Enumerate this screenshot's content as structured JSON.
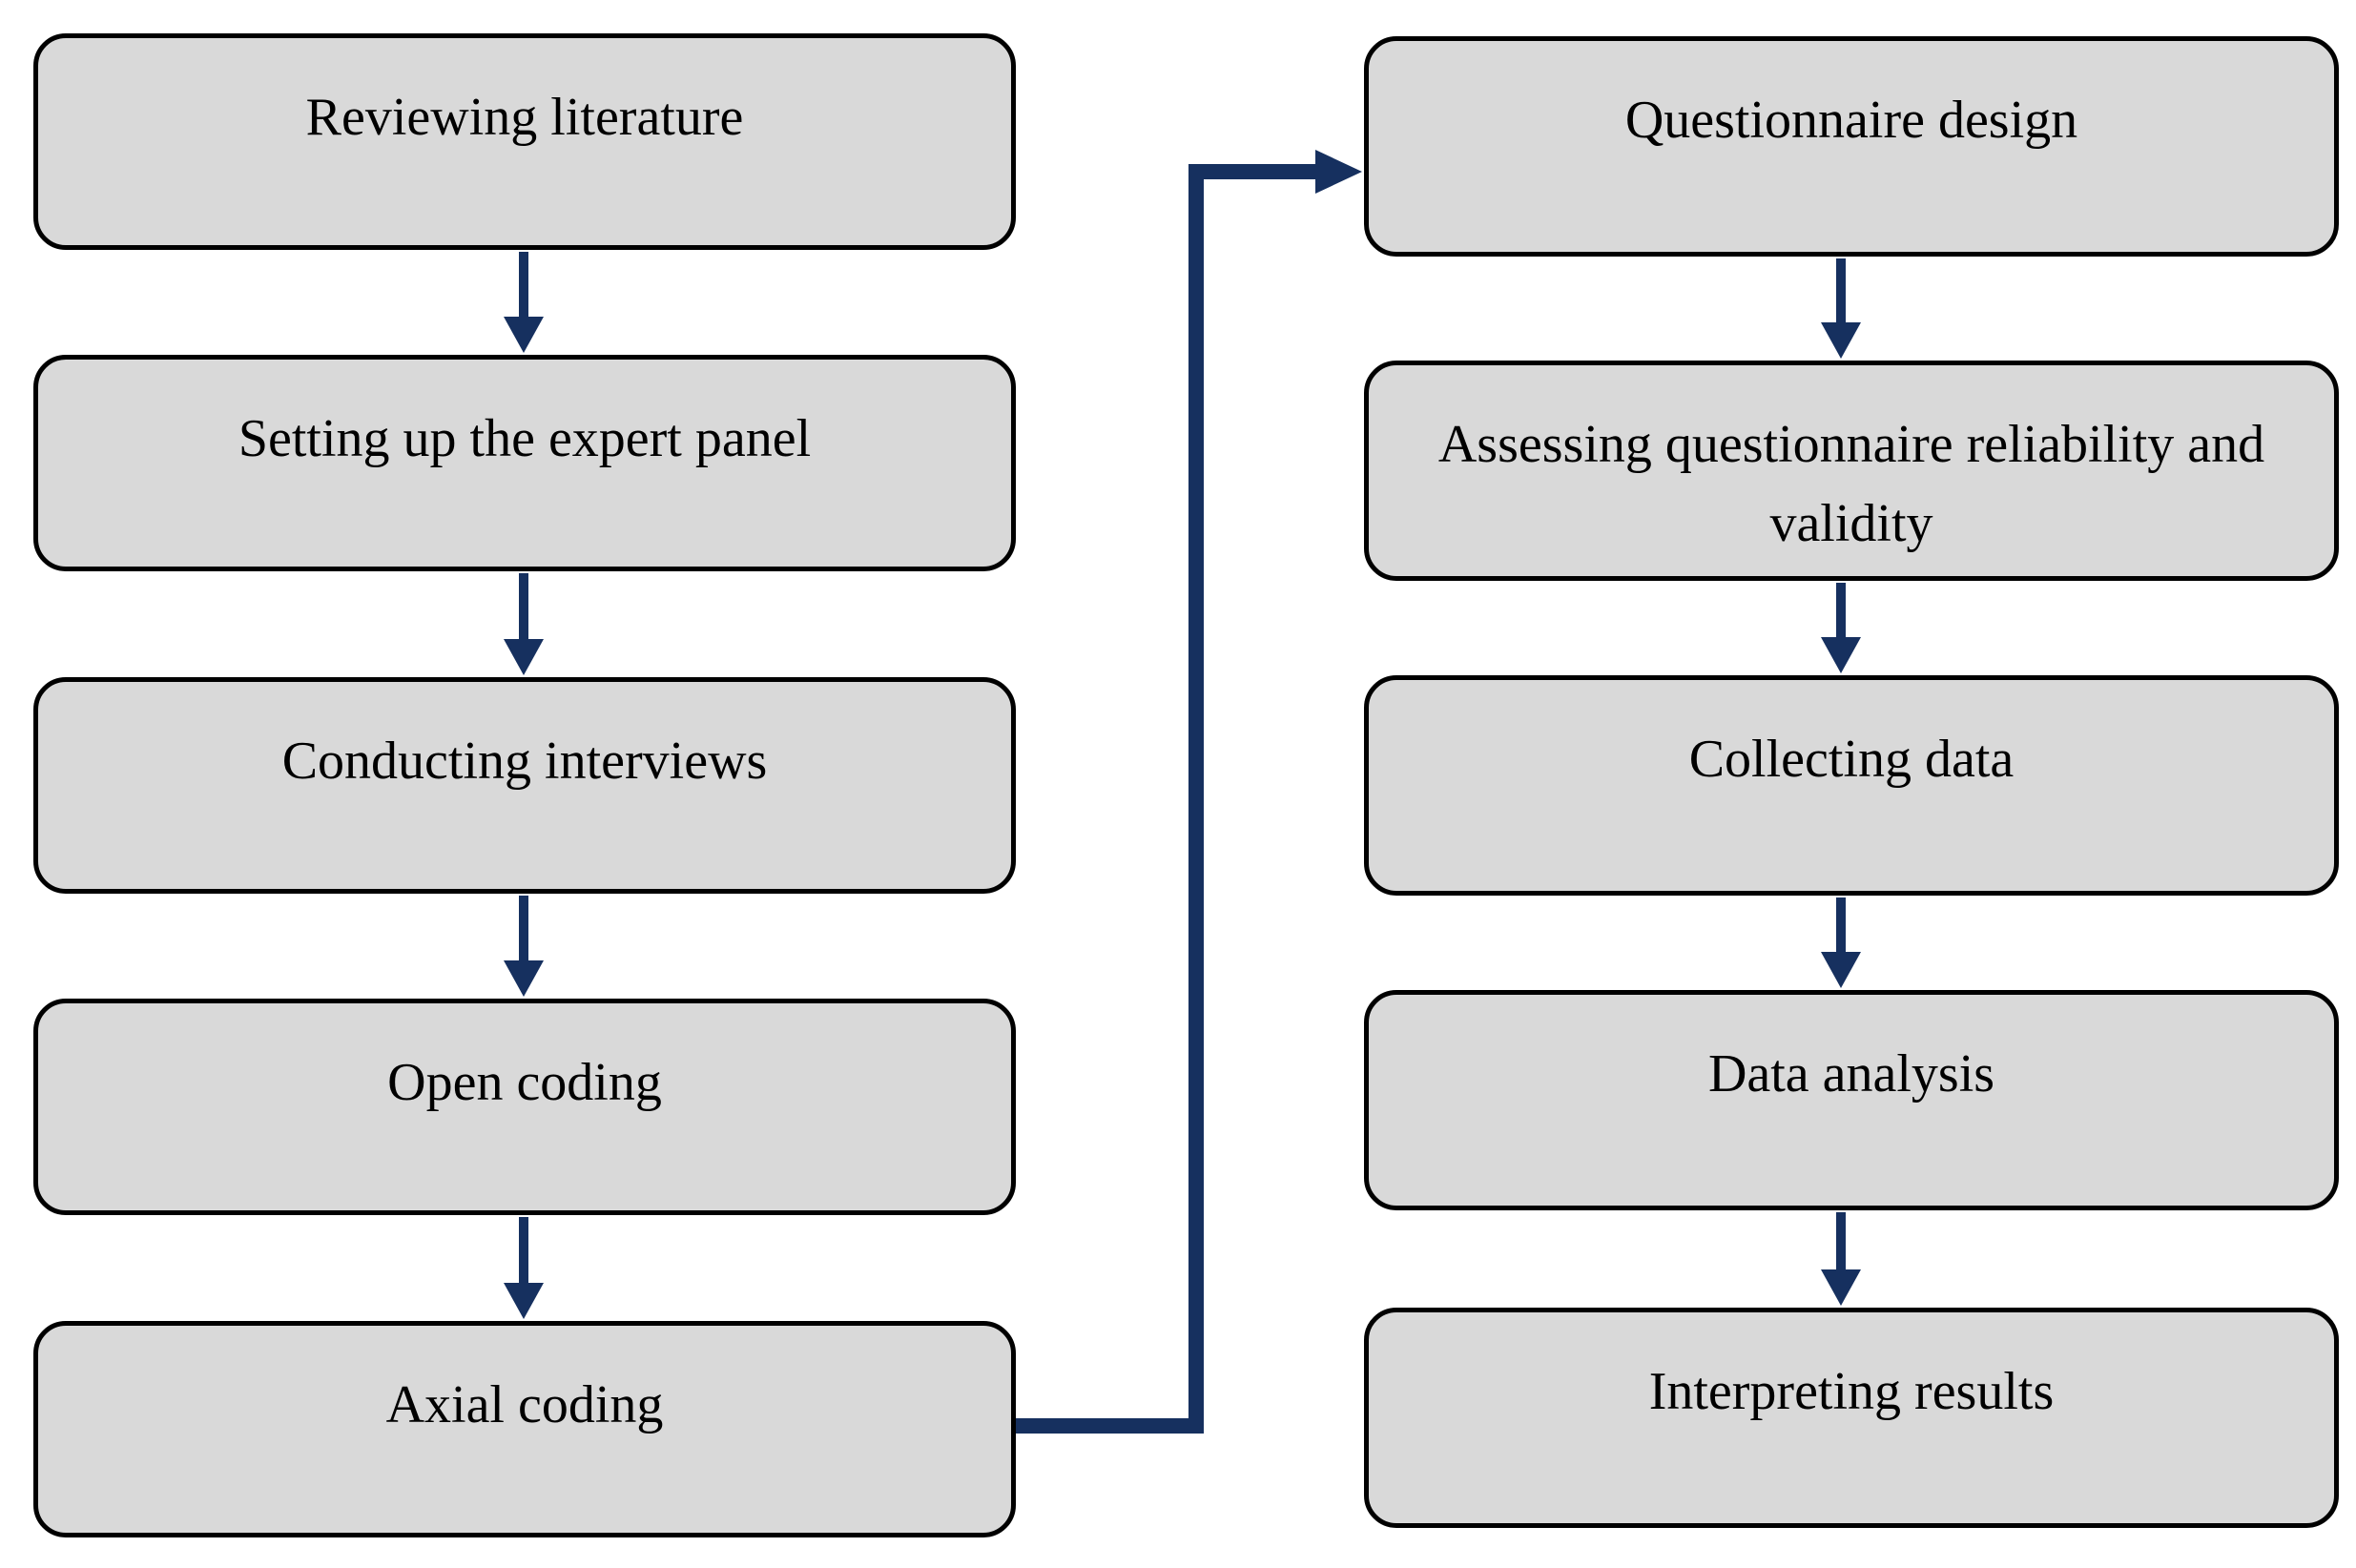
{
  "figure": {
    "type": "flowchart",
    "orientation": "two-column top-to-bottom"
  },
  "diagram": {
    "left_column": {
      "items": [
        "Reviewing literature",
        "Setting up the expert panel",
        "Conducting interviews",
        "Open coding",
        "Axial coding"
      ]
    },
    "right_column": {
      "items": [
        "Questionnaire design",
        "Assessing questionnaire reliability and validity",
        "Collecting data",
        "Data analysis",
        "Interpreting results"
      ]
    },
    "edges": [
      {
        "from": "Reviewing literature",
        "to": "Setting up the expert panel"
      },
      {
        "from": "Setting up the expert panel",
        "to": "Conducting interviews"
      },
      {
        "from": "Conducting interviews",
        "to": "Open coding"
      },
      {
        "from": "Open coding",
        "to": "Axial coding"
      },
      {
        "from": "Axial coding",
        "to": "Questionnaire design"
      },
      {
        "from": "Questionnaire design",
        "to": "Assessing questionnaire reliability and validity"
      },
      {
        "from": "Assessing questionnaire reliability and validity",
        "to": "Collecting data"
      },
      {
        "from": "Collecting data",
        "to": "Data analysis"
      },
      {
        "from": "Data analysis",
        "to": "Interpreting results"
      }
    ],
    "colors": {
      "box_fill": "#d9d9d9",
      "box_border": "#000000",
      "arrow": "#16305f",
      "text": "#000000",
      "background": "#ffffff"
    }
  }
}
